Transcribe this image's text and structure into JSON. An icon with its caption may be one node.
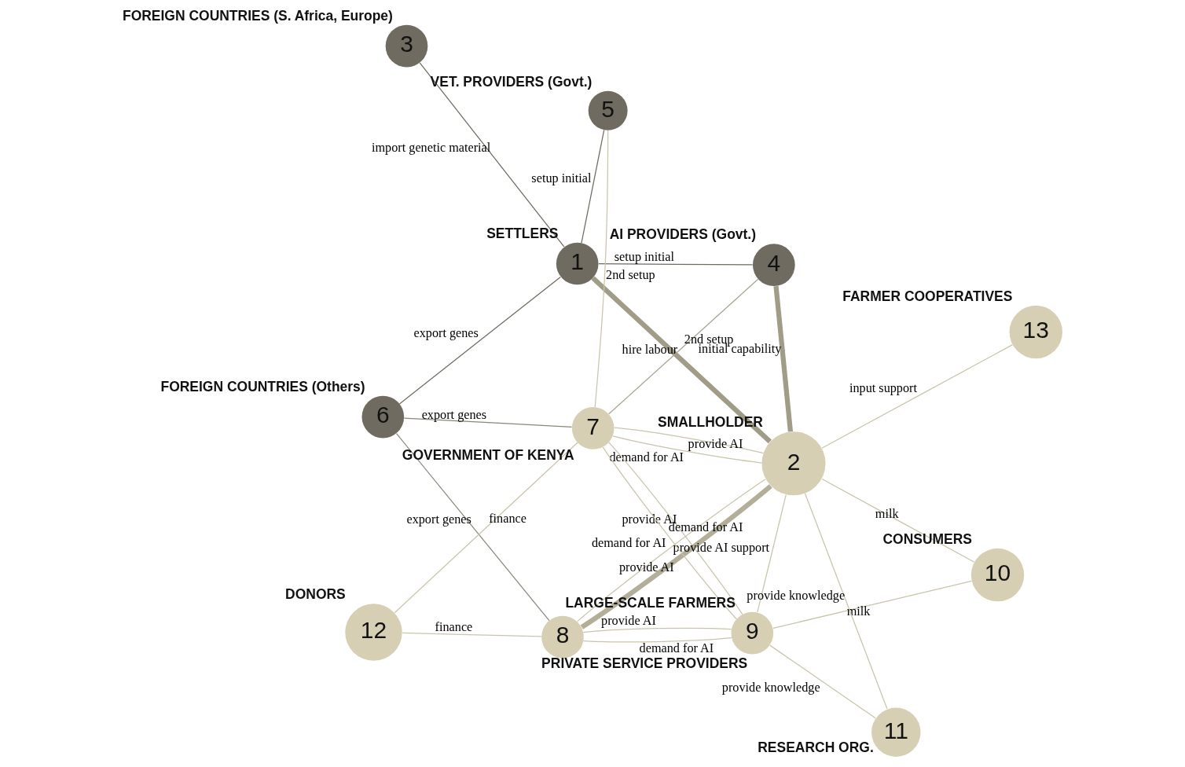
{
  "diagram": {
    "nodes": [
      {
        "text": [
          "1"
        ],
        "beside": [
          "SETTLERS"
        ]
      },
      {
        "text": [
          "2"
        ],
        "beside": [
          "SMALLHOLDER"
        ]
      },
      {
        "text": [
          "3"
        ],
        "beside": [
          "FOREIGN COUNTRIES (S. Africa, Europe)"
        ]
      },
      {
        "text": [
          "4"
        ],
        "beside": [
          "AI PROVIDERS (Govt.)"
        ]
      },
      {
        "text": [
          "5"
        ],
        "beside": [
          "VET. PROVIDERS (Govt.)"
        ]
      },
      {
        "text": [
          "6"
        ],
        "beside": [
          "FOREIGN COUNTRIES (Others)"
        ]
      },
      {
        "text": [
          "7"
        ],
        "beside": [
          "GOVERNMENT OF KENYA"
        ]
      },
      {
        "text": [
          "8"
        ],
        "beside": [
          "PRIVATE SERVICE PROVIDERS"
        ]
      },
      {
        "text": [
          "9"
        ],
        "beside": [
          "LARGE-SCALE FARMERS"
        ]
      },
      {
        "text": [
          "10"
        ],
        "beside": [
          "CONSUMERS"
        ]
      },
      {
        "text": [
          "11"
        ],
        "beside": [
          "RESEARCH ORG."
        ]
      },
      {
        "text": [
          "12"
        ],
        "beside": [
          "DONORS"
        ]
      },
      {
        "text": [
          "13"
        ],
        "beside": [
          "FARMER COOPERATIVES"
        ]
      }
    ],
    "edges": [
      {
        "from": 11,
        "to": 7,
        "arrow": "none",
        "label": "finance"
      },
      {
        "from": 5,
        "to": 7,
        "arrow": "none",
        "label": "export genes",
        "color": "#8a867a"
      },
      {
        "from": 11,
        "to": 6,
        "arrow": "none",
        "label": "finance"
      },
      {
        "from": 5,
        "to": 6,
        "arrow": "none",
        "label": "export genes",
        "color": "#8a867a"
      },
      {
        "from": 7,
        "to": 8,
        "arrow": "none",
        "label": "provide AI"
      },
      {
        "from": 7,
        "to": 8,
        "arrow": "none",
        "label": "demand for AI"
      },
      {
        "from": 6,
        "to": 8,
        "arrow": "none",
        "label": "provide AI"
      },
      {
        "from": 8,
        "to": 6,
        "arrow": "none",
        "label": "demand for AI"
      },
      {
        "from": 7,
        "to": 1,
        "arrow": "none",
        "label": "demand for AI"
      },
      {
        "from": 7,
        "to": 1,
        "arrow": "none",
        "label": "provide AI",
        "style": "thick",
        "color": "#b3ae98"
      },
      {
        "from": 8,
        "to": 10,
        "arrow": "none",
        "label": "provide knowledge"
      },
      {
        "from": 6,
        "to": 1,
        "arrow": "none",
        "label": "provide AI"
      },
      {
        "from": 8,
        "to": 1,
        "arrow": "none",
        "label": "provide AI support"
      },
      {
        "from": 10,
        "to": 1,
        "arrow": "none",
        "label": "provide knowledge"
      },
      {
        "from": 8,
        "to": 9,
        "arrow": "none",
        "label": "milk"
      },
      {
        "from": 1,
        "to": 9,
        "arrow": "none",
        "label": "milk"
      },
      {
        "from": 5,
        "to": 0,
        "arrow": "none",
        "label": "export genes",
        "color": "#6f6b60"
      },
      {
        "from": 4,
        "to": 6,
        "arrow": "none",
        "label": "2nd setup"
      },
      {
        "from": 4,
        "to": 0,
        "arrow": "none",
        "label": "setup initial",
        "color": "#6f6b60"
      },
      {
        "from": 0,
        "to": 1,
        "arrow": "none",
        "label": "hire labour",
        "style": "thick",
        "color": "#a19c88"
      },
      {
        "from": 6,
        "to": 1,
        "arrow": "none",
        "label": "demand for AI"
      },
      {
        "from": 6,
        "to": 3,
        "arrow": "none",
        "label": "2nd setup",
        "color": "#a9a593"
      },
      {
        "from": 3,
        "to": 1,
        "arrow": "none",
        "label": "initial capability",
        "style": "thick",
        "color": "#a19c88"
      },
      {
        "from": 1,
        "to": 12,
        "arrow": "none",
        "label": "input support"
      },
      {
        "from": 0,
        "to": 3,
        "arrow": "none",
        "label": "setup initial",
        "color": "#6f6b60"
      },
      {
        "from": 2,
        "to": 0,
        "arrow": "none",
        "label": "import genetic material",
        "color": "#6f6b60"
      }
    ]
  }
}
